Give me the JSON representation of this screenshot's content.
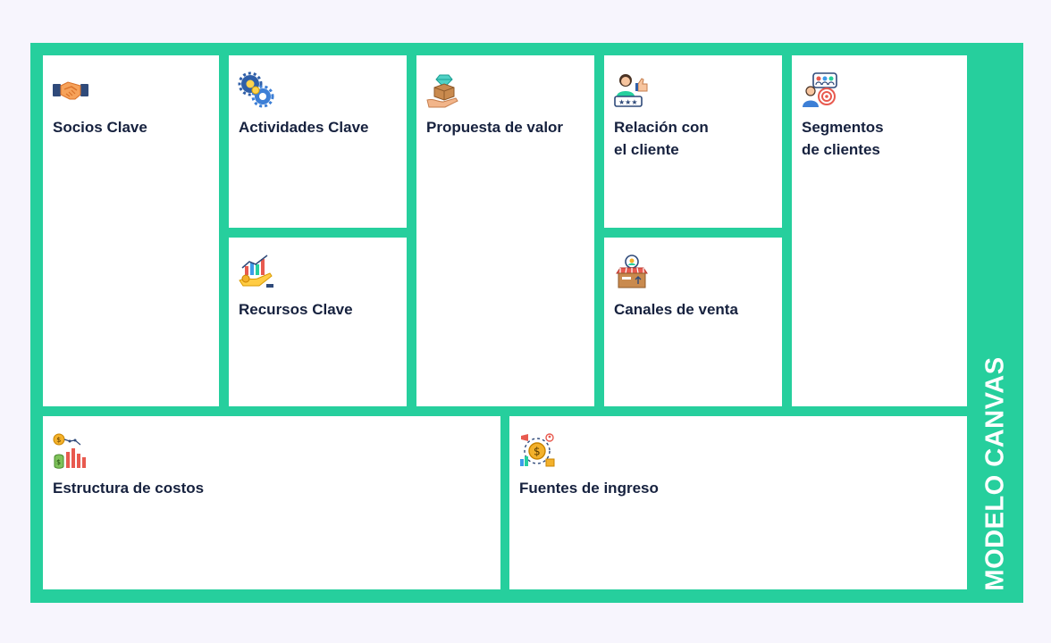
{
  "colors": {
    "frame": "#26cf9d",
    "cell": "#ffffff",
    "text": "#16213e",
    "page_bg": "#f7f5fd"
  },
  "side_title": "MODELO CANVAS",
  "blocks": {
    "socios": {
      "label": "Socios Clave",
      "icon": "handshake-icon"
    },
    "actividades": {
      "label": "Actividades Clave",
      "icon": "gears-icon"
    },
    "recursos": {
      "label": "Recursos Clave",
      "icon": "hand-growth-chart-icon"
    },
    "propuesta": {
      "label": "Propuesta de valor",
      "icon": "gift-box-diamond-icon"
    },
    "relacion": {
      "label": "Relación con\nel cliente",
      "icon": "customer-rating-icon"
    },
    "canales": {
      "label": "Canales de venta",
      "icon": "storefront-icon"
    },
    "segmentos": {
      "label": "Segmentos\nde clientes",
      "icon": "target-audience-icon"
    },
    "costos": {
      "label": "Estructura de costos",
      "icon": "money-bars-icon"
    },
    "ingresos": {
      "label": "Fuentes de ingreso",
      "icon": "coin-cycle-icon"
    }
  }
}
